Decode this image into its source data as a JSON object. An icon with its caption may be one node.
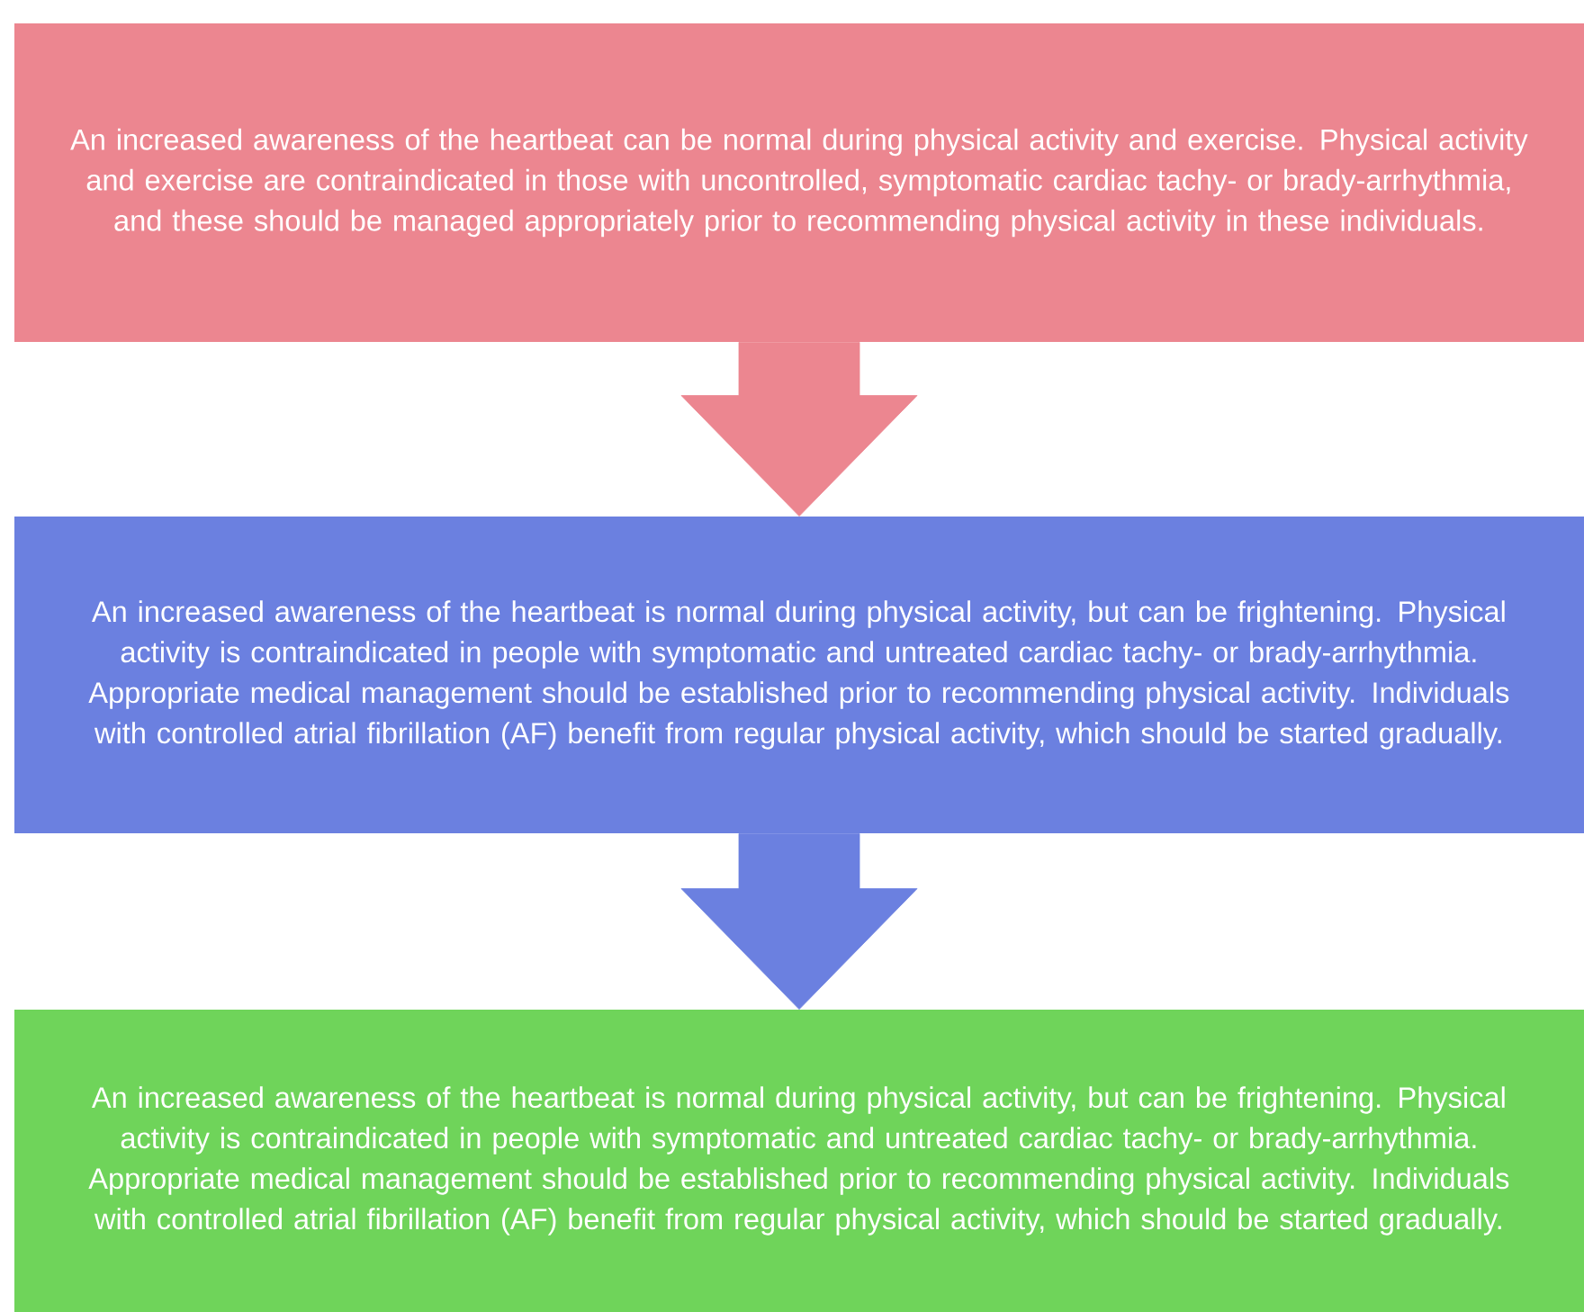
{
  "diagram": {
    "nodes": [
      {
        "text": [
          "An increased awareness of the heartbeat can be normal during physical activity and exercise. Physical activity and exercise are contraindicated in those with uncontrolled, symptomatic cardiac tachy- or brady-arrhythmia, and these should be managed appropriately prior to recommending physical activity in these individuals."
        ]
      },
      {
        "text": [
          "An increased awareness of the heartbeat is normal during physical activity, but can be frightening. Physical activity is contraindicated in people with symptomatic and untreated cardiac tachy- or brady-arrhythmia. Appropriate medical management should be established prior to recommending physical activity. Individuals with controlled atrial fibrillation (AF) benefit from regular physical activity, which should be started gradually."
        ]
      },
      {
        "text": [
          "An increased awareness of the heartbeat is normal during physical activity, but can be frightening. Physical activity is contraindicated in people with symptomatic and untreated cardiac tachy- or brady-arrhythmia. Appropriate medical management should be established prior to recommending physical activity. Individuals with controlled atrial fibrillation (AF) benefit from regular physical activity, which should be started gradually."
        ]
      }
    ],
    "edges": [
      {
        "from": 0,
        "to": 1,
        "arrow": "to",
        "color": "#ec8690"
      },
      {
        "from": 1,
        "to": 2,
        "arrow": "to",
        "color": "#6b80e0"
      }
    ]
  }
}
